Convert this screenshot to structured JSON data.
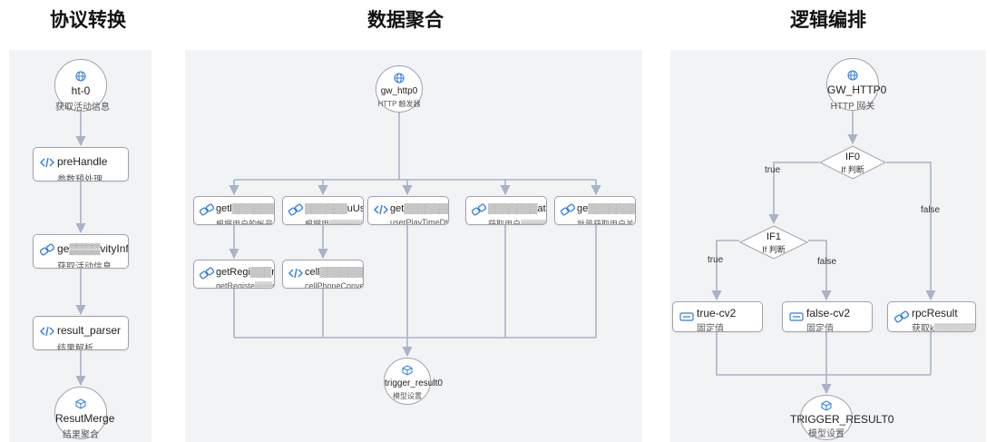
{
  "panels": [
    {
      "id": "p1",
      "title": "协议转换"
    },
    {
      "id": "p2",
      "title": "数据聚合"
    },
    {
      "id": "p3",
      "title": "逻辑编排"
    }
  ],
  "nodes": [
    {
      "id": "p1_start",
      "shape": "circle",
      "icon": "globe-icon",
      "title": "ht-0",
      "subtitle": "获取活动信息"
    },
    {
      "id": "p1_pre",
      "shape": "box",
      "icon": "code-icon",
      "title": "preHandle",
      "subtitle": "参数预处理"
    },
    {
      "id": "p1_get",
      "shape": "box",
      "icon": "link-icon",
      "title": "ge▒▒▒▒vityInfo",
      "subtitle": "获取活动信息"
    },
    {
      "id": "p1_res",
      "shape": "box",
      "icon": "code-icon",
      "title": "result_parser",
      "subtitle": "结果解析"
    },
    {
      "id": "p1_end",
      "shape": "circle",
      "icon": "cube-icon",
      "title": "ResutMerge",
      "subtitle": "结果聚合"
    },
    {
      "id": "p2_start",
      "shape": "circle",
      "icon": "globe-icon",
      "title": "gw_http0",
      "subtitle": "HTTP 触发器"
    },
    {
      "id": "p2_a",
      "shape": "box",
      "icon": "link-icon",
      "title": "getl▒▒▒▒▒▒le",
      "subtitle": "根据用户的帐号ID来获取"
    },
    {
      "id": "p2_b",
      "shape": "box",
      "icon": "link-icon",
      "title": "▒▒▒▒▒▒uUserId",
      "subtitle": "根据用▒▒▒▒▒▒▒用户"
    },
    {
      "id": "p2_c",
      "shape": "box",
      "icon": "code-icon",
      "title": "get▒▒▒▒▒▒▒▒ByUid",
      "subtitle": "userPlayTimeDto"
    },
    {
      "id": "p2_d",
      "shape": "box",
      "icon": "link-icon",
      "title": "▒▒▒▒▒▒▒ating",
      "subtitle": "获取用户▒▒▒▒▒"
    },
    {
      "id": "p2_e",
      "shape": "box",
      "icon": "link-icon",
      "title": "ge▒▒▒▒▒▒▒▒▒▒",
      "subtitle": "批量获取用户关注数据"
    },
    {
      "id": "p2_f",
      "shape": "box",
      "icon": "link-icon",
      "title": "getRegi▒▒▒rTime",
      "subtitle": "getRegiste▒▒▒ne"
    },
    {
      "id": "p2_g",
      "shape": "box",
      "icon": "code-icon",
      "title": "cell▒▒▒▒▒▒▒ert",
      "subtitle": "cellPhoneConvert"
    },
    {
      "id": "p2_end",
      "shape": "circle",
      "icon": "cube-icon",
      "title": "trigger_result0",
      "subtitle": "模型设置"
    },
    {
      "id": "p3_start",
      "shape": "circle",
      "icon": "globe-icon",
      "title": "GW_HTTP0",
      "subtitle": "HTTP 网关"
    },
    {
      "id": "p3_if0",
      "shape": "diamond",
      "title": "IF0",
      "subtitle": "If 判断"
    },
    {
      "id": "p3_if1",
      "shape": "diamond",
      "title": "IF1",
      "subtitle": "If 判断"
    },
    {
      "id": "p3_t",
      "shape": "box",
      "icon": "value-icon",
      "title": "true-cv2",
      "subtitle": "固定值"
    },
    {
      "id": "p3_f",
      "shape": "box",
      "icon": "value-icon",
      "title": "false-cv2",
      "subtitle": "固定值"
    },
    {
      "id": "p3_rpc",
      "shape": "box",
      "icon": "link-icon",
      "title": "rpcResult",
      "subtitle": "获取k▒▒▒▒▒▒▒联关系"
    },
    {
      "id": "p3_end",
      "shape": "circle",
      "icon": "cube-icon",
      "title": "TRIGGER_RESULT0",
      "subtitle": "模型设置"
    }
  ],
  "edge_labels": {
    "if0_true": "true",
    "if0_false": "false",
    "if1_true": "true",
    "if1_false": "false"
  },
  "colors": {
    "panel_bg": "#f2f3f5",
    "node_border": "#9ea3ab",
    "edge": "#a8b3c7",
    "icon": "#2f7de1"
  }
}
